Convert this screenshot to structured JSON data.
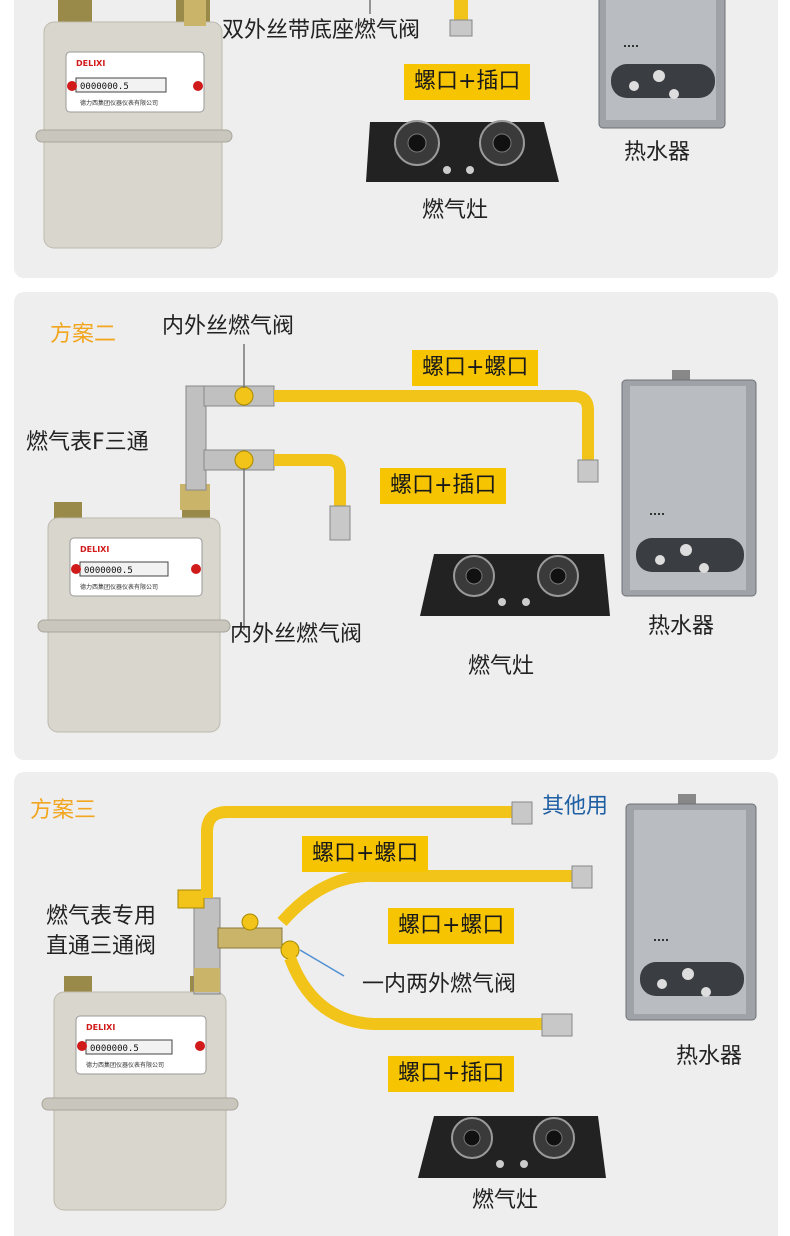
{
  "meter_brand": "DELIXI",
  "meter_digits": "0000000.5",
  "meter_company": "德力西集团仪器仪表有限公司",
  "colors": {
    "hose": "#f2c318",
    "tag": "#f6c400",
    "scheme_title": "#f2a51f",
    "other_use": "#1f5fa3",
    "panel": "#eeeeee"
  },
  "icons": [
    "gas-meter",
    "water-heater",
    "gas-stove",
    "gas-valve",
    "tee-fitting",
    "flex-hose"
  ],
  "scheme1": {
    "valve_label": "双外丝带底座燃气阀",
    "connection_label": "螺口+插口",
    "stove_label": "燃气灶",
    "heater_label": "热水器"
  },
  "scheme2": {
    "title": "方案二",
    "valve_top_label": "内外丝燃气阀",
    "tee_label": "燃气表F三通",
    "connection_top_label": "螺口+螺口",
    "connection_bottom_label": "螺口+插口",
    "valve_bottom_label": "内外丝燃气阀",
    "heater_label": "热水器",
    "stove_label": "燃气灶"
  },
  "scheme3": {
    "title": "方案三",
    "other_use_label": "其他用",
    "connection_1_label": "螺口+螺口",
    "valve_left_label_line1": "燃气表专用",
    "valve_left_label_line2": "直通三通阀",
    "connection_2_label": "螺口+螺口",
    "valve_right_label": "一内两外燃气阀",
    "connection_3_label": "螺口+插口",
    "heater_label": "热水器",
    "stove_label": "燃气灶"
  }
}
